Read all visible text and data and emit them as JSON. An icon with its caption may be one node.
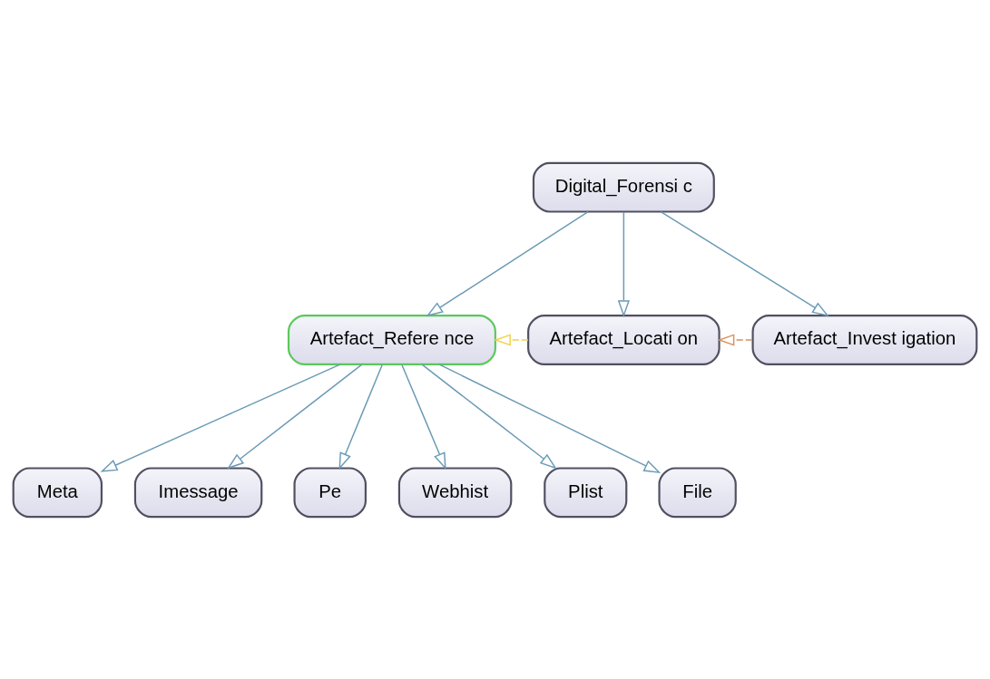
{
  "diagram": {
    "nodes": [
      {
        "text": [
          "Digital_Forensi c"
        ]
      },
      {
        "text": [
          "Artefact_Refere nce"
        ]
      },
      {
        "text": [
          "Artefact_Locati on"
        ]
      },
      {
        "text": [
          "Artefact_Invest igation"
        ]
      },
      {
        "text": [
          "Meta"
        ]
      },
      {
        "text": [
          "Imessage"
        ]
      },
      {
        "text": [
          "Pe"
        ]
      },
      {
        "text": [
          "Webhist"
        ]
      },
      {
        "text": [
          "Plist"
        ]
      },
      {
        "text": [
          "File"
        ]
      }
    ],
    "edges": [
      {
        "from": 0,
        "to": 1,
        "arrow": "to"
      },
      {
        "from": 0,
        "to": 2,
        "arrow": "to"
      },
      {
        "from": 0,
        "to": 3,
        "arrow": "to"
      },
      {
        "from": 2,
        "to": 1,
        "arrow": "to",
        "style": "dashed",
        "color": "#f2d04a"
      },
      {
        "from": 3,
        "to": 2,
        "arrow": "to",
        "style": "dashed",
        "color": "#d9905a"
      },
      {
        "from": 1,
        "to": 4,
        "arrow": "to"
      },
      {
        "from": 1,
        "to": 5,
        "arrow": "to"
      },
      {
        "from": 1,
        "to": 6,
        "arrow": "to"
      },
      {
        "from": 1,
        "to": 7,
        "arrow": "to"
      },
      {
        "from": 1,
        "to": 8,
        "arrow": "to"
      },
      {
        "from": 1,
        "to": 9,
        "arrow": "to"
      }
    ]
  }
}
